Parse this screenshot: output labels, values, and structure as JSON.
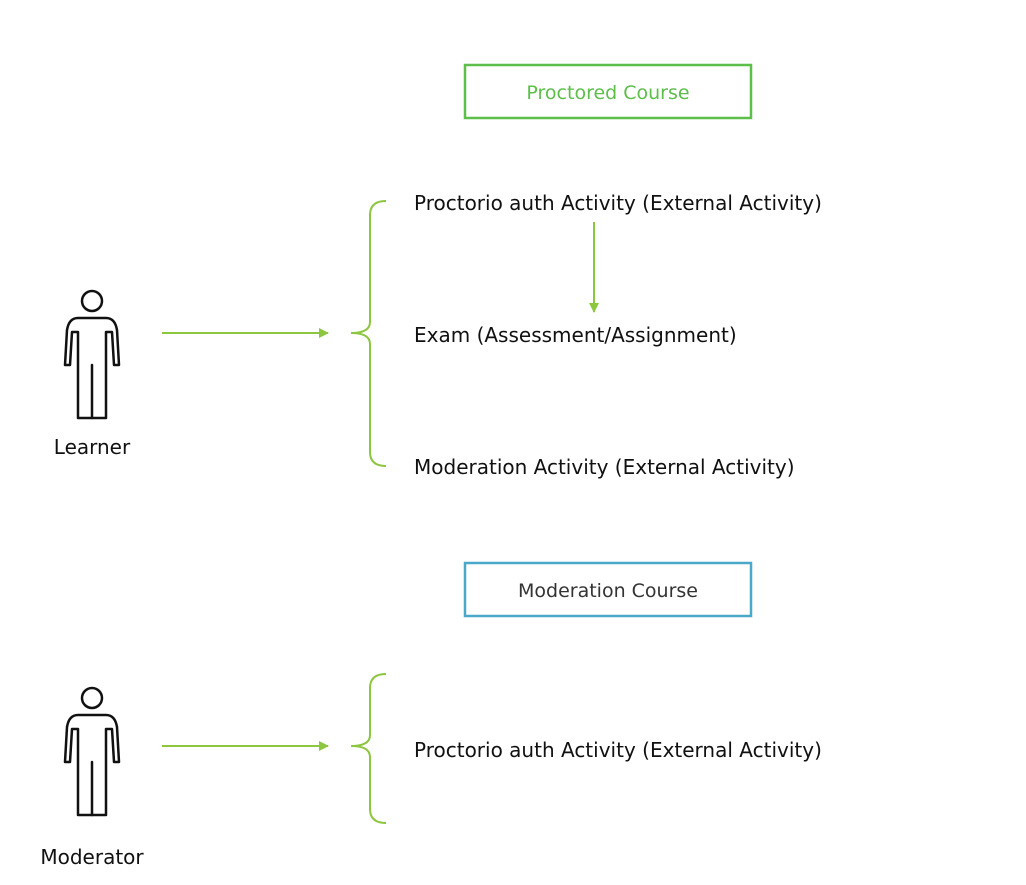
{
  "colors": {
    "arrow": "#8dc63f",
    "brace": "#8dc63f",
    "proctored_box": "#5cbf4a",
    "proctored_text": "#5cbf4a",
    "moderation_box": "#4aa8c8",
    "moderation_text": "#333333",
    "person_stroke": "#111111"
  },
  "proctored_section": {
    "course_title": "Proctored Course",
    "actor": "Learner",
    "actor_icon": "person-icon",
    "activities": [
      "Proctorio auth Activity (External Activity)",
      "Exam (Assessment/Assignment)",
      "Moderation Activity (External Activity)"
    ]
  },
  "moderation_section": {
    "course_title": "Moderation Course",
    "actor": "Moderator",
    "actor_icon": "person-icon",
    "activities": [
      "Proctorio auth Activity (External Activity)"
    ]
  }
}
